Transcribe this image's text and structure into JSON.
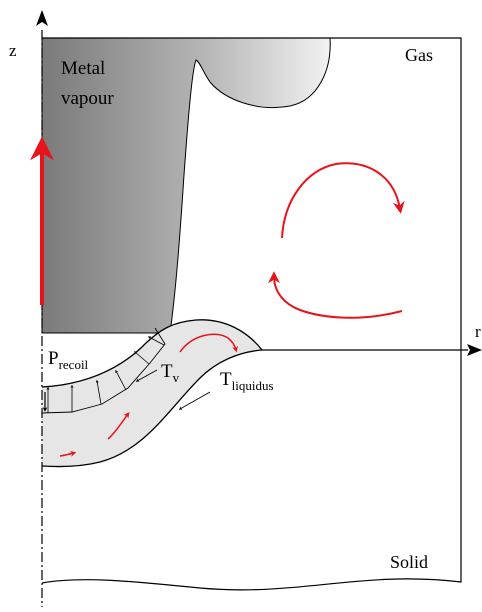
{
  "labels": {
    "z_axis": "z",
    "r_axis": "r",
    "metal_vapour_line1": "Metal",
    "metal_vapour_line2": "vapour",
    "gas": "Gas",
    "solid": "Solid",
    "p_recoil_main": "P",
    "p_recoil_sub": "recoil",
    "t_v_main": "T",
    "t_v_sub": "v",
    "t_liquidus_main": "T",
    "t_liquidus_sub": "liquidus"
  },
  "colors": {
    "flow_arrows": "#e8141b",
    "outline": "#000000",
    "melt_pool_fill": "#e6e6e6",
    "vapour_dark": "#7a7a7a",
    "vapour_light": "#f2f2f2"
  }
}
